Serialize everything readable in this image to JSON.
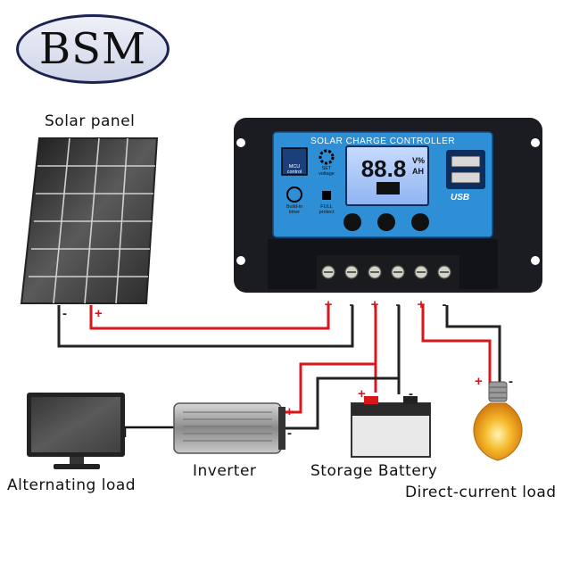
{
  "logo": {
    "text": "BSM"
  },
  "labels": {
    "solar_panel": "Solar panel",
    "alternating_load": "Alternating load",
    "inverter": "Inverter",
    "storage_battery": "Storage Battery",
    "direct_current_load": "Direct-current load"
  },
  "controller": {
    "title": "SOLAR CHARGE CONTROLLER",
    "lcd_value": "88.8",
    "lcd_units_top": "V%",
    "lcd_units_bottom": "AH",
    "usb_label": "USB",
    "icons": [
      {
        "name": "mcu-control",
        "line1": "MCU",
        "line2": "control"
      },
      {
        "name": "set-voltage",
        "line1": "SET",
        "line2": "voltage"
      },
      {
        "name": "build-in-timer",
        "line1": "Build-in",
        "line2": "timer"
      },
      {
        "name": "full-protect",
        "line1": "FULL",
        "line2": "protect"
      }
    ]
  },
  "terminals": [
    "+",
    "-",
    "+",
    "-",
    "+",
    "-"
  ],
  "polarity": {
    "plus": "+",
    "minus": "-"
  },
  "colors": {
    "positive_wire": "#d9161b",
    "negative_wire": "#222222",
    "controller_blue": "#2f8fd6",
    "controller_body": "#1b1c22"
  }
}
